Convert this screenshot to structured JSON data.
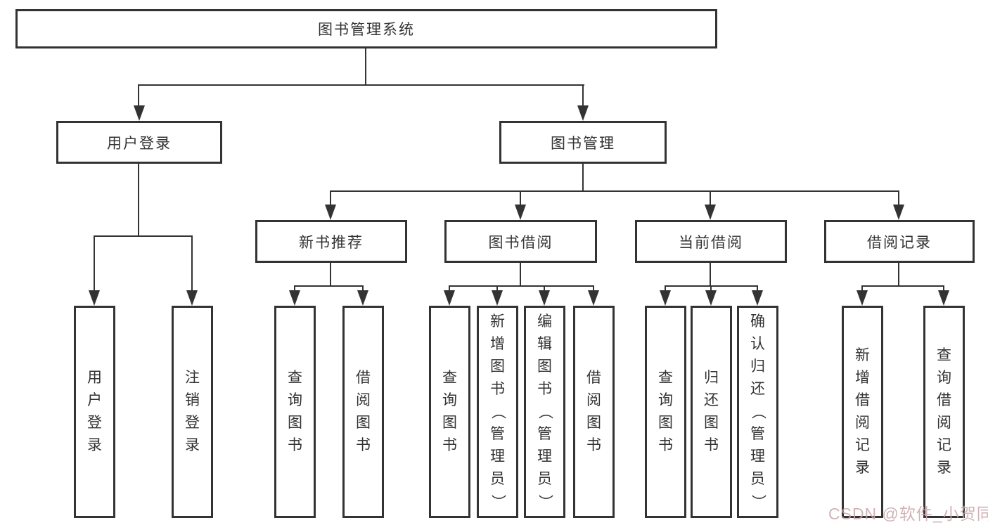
{
  "tree": {
    "label": "图书管理系统",
    "children": [
      {
        "label": "用户登录",
        "children": [
          {
            "label": "用户登录"
          },
          {
            "label": "注销登录"
          }
        ]
      },
      {
        "label": "图书管理",
        "children": [
          {
            "label": "新书推荐",
            "children": [
              {
                "label": "查询图书"
              },
              {
                "label": "借阅图书"
              }
            ]
          },
          {
            "label": "图书借阅",
            "children": [
              {
                "label": "查询图书"
              },
              {
                "label": "新增图书（管理员）"
              },
              {
                "label": "编辑图书（管理员）"
              },
              {
                "label": "借阅图书"
              }
            ]
          },
          {
            "label": "当前借阅",
            "children": [
              {
                "label": "查询图书"
              },
              {
                "label": "归还图书"
              },
              {
                "label": "确认归还（管理员）"
              }
            ]
          },
          {
            "label": "借阅记录",
            "children": [
              {
                "label": "新增借阅记录"
              },
              {
                "label": "查询借阅记录"
              }
            ]
          }
        ]
      }
    ]
  },
  "watermark": {
    "text": "CSDN @软件_小贺同学"
  },
  "colors": {
    "line": "#333333",
    "box_border": "#333333",
    "text": "#333333",
    "watermark": "#c9a6aa",
    "background": "#ffffff"
  }
}
